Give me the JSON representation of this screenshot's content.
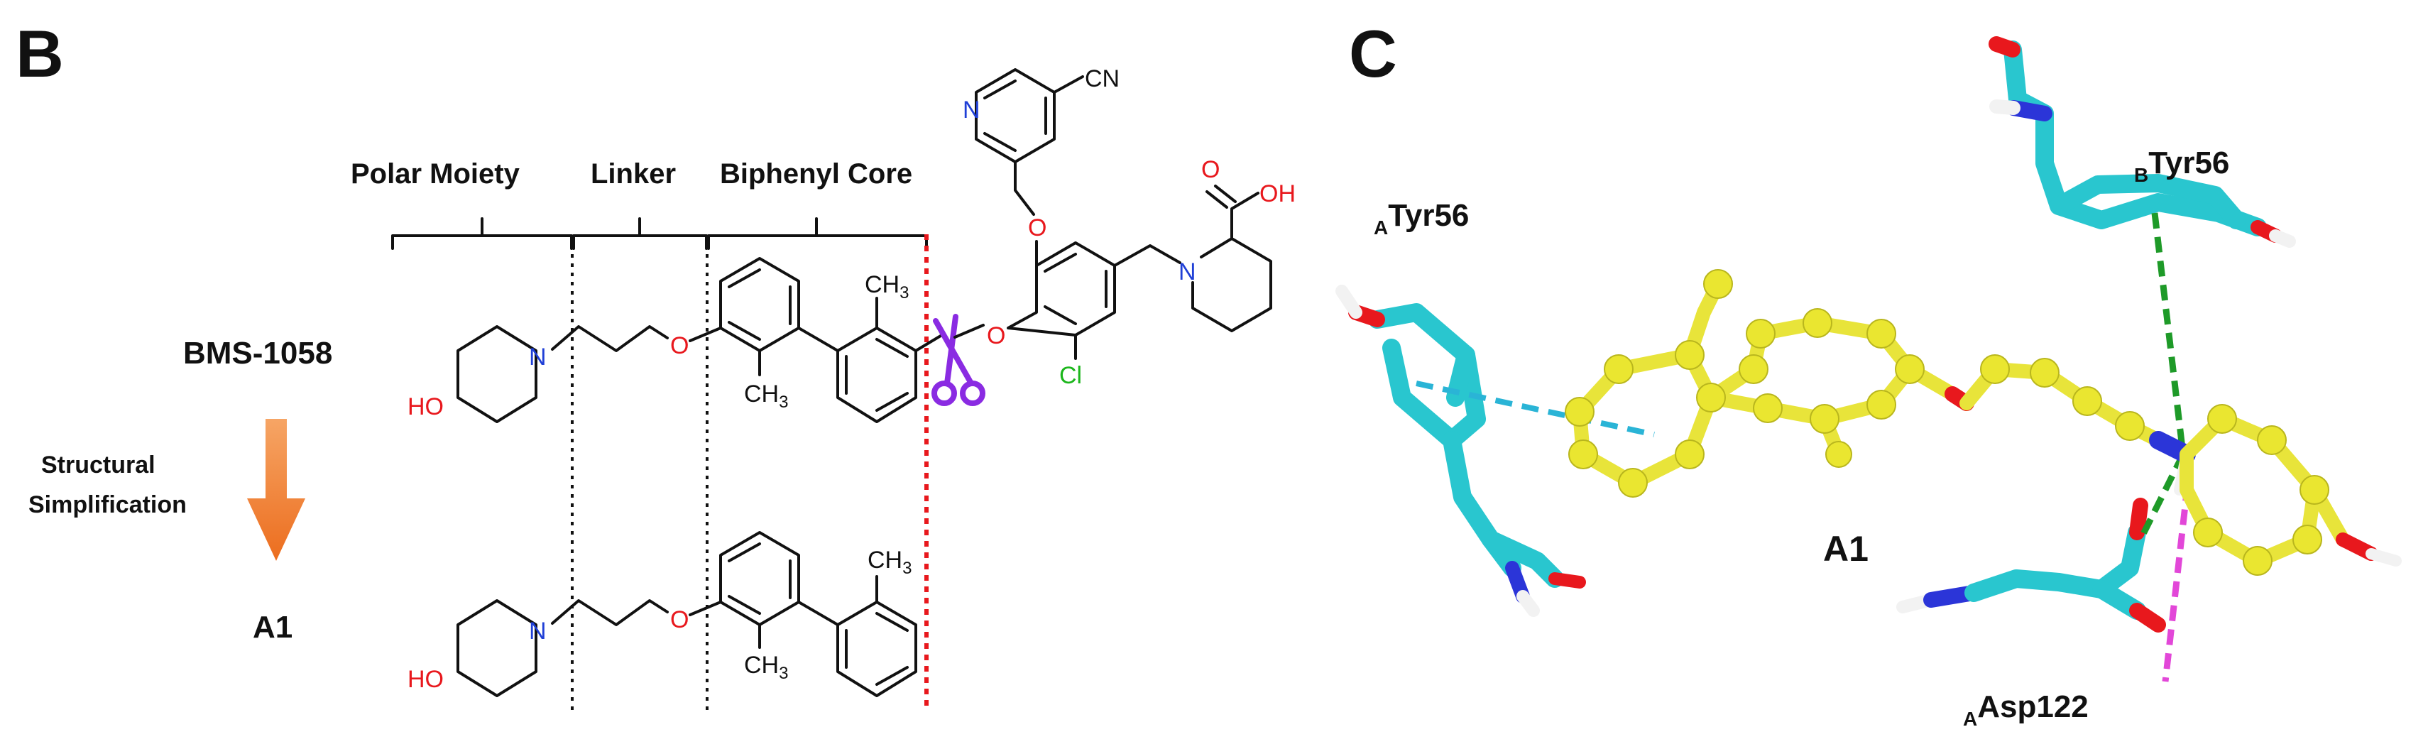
{
  "panels": {
    "left": "B",
    "right": "C"
  },
  "panel_b": {
    "headers": {
      "polar": "Polar Moiety",
      "linker": "Linker",
      "core": "Biphenyl Core"
    },
    "compounds": {
      "top": "BMS-1058",
      "bottom": "A1"
    },
    "arrow_label_line1": "Structural",
    "arrow_label_line2": "Simplification",
    "atoms": {
      "n": "N",
      "o": "O",
      "ho": "HO",
      "oh": "OH",
      "cn": "CN",
      "cl": "Cl",
      "ch": "CH",
      "sub3": "3"
    }
  },
  "panel_c": {
    "ligand": "A1",
    "residues": {
      "tyr_a": {
        "chain": "A",
        "name": "Tyr56"
      },
      "tyr_b": {
        "chain": "B",
        "name": "Tyr56"
      },
      "asp_a": {
        "chain": "A",
        "name": "Asp122"
      }
    }
  },
  "colors": {
    "nitrogen": "#1f3fd6",
    "oxygen": "#e8181d",
    "chlorine": "#1bb61b",
    "scissors": "#8a2be2",
    "arrow": "#f08232",
    "cut_line": "#e8181d",
    "residue_carbon": "#29c6cf",
    "ligand_carbon": "#e8e43a",
    "pi_stack": "#2ab4d6",
    "hbond": "#1e9a28",
    "salt_bridge": "#e247d8"
  }
}
